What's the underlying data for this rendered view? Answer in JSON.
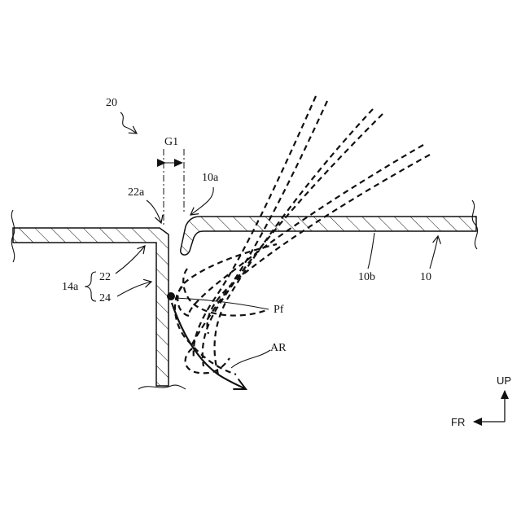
{
  "labels": {
    "assembly": "20",
    "gap": "G1",
    "panel_edge": "10a",
    "flange_top": "22a",
    "panel_bottom": "10b",
    "panel": "10",
    "group": "14a",
    "part_upper": "22",
    "part_lower": "24",
    "point": "Pf",
    "airflow": "AR",
    "dir_up": "UP",
    "dir_front": "FR"
  }
}
